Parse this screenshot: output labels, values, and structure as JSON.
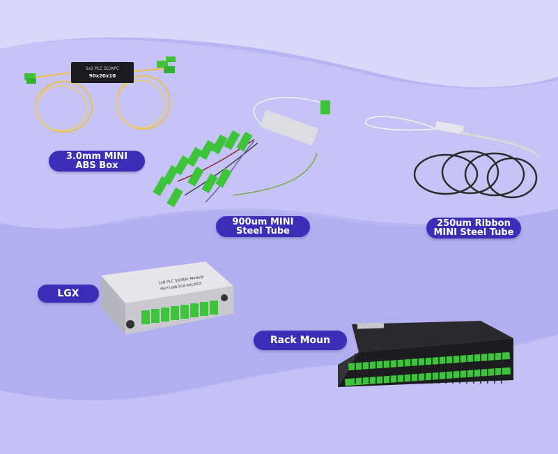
{
  "products": {
    "abs_box": {
      "label_line1": "3.0mm MINI",
      "label_line2": "ABS Box",
      "device_text_1": "1x2 PLC SC/APC",
      "device_text_2": "90x20x10"
    },
    "steel_tube_900": {
      "label_line1": "900um MINI",
      "label_line2": "Steel Tube"
    },
    "ribbon_250": {
      "label_line1": "250um Ribbon",
      "label_line2": "MINI Steel Tube"
    },
    "lgx": {
      "label": "LGX",
      "device_text_1": "1x8 PLC Splitter Module",
      "device_text_2": "PN:P1008-SCA-R01/BOX"
    },
    "rack_mount": {
      "label": "Rack Moun"
    }
  },
  "colors": {
    "background": "#b9b7f3",
    "wave_light": "#d6d5fa",
    "pill": "#3b2fb8",
    "connector_green": "#3ec43a",
    "fiber_yellow": "#e8c04a"
  }
}
